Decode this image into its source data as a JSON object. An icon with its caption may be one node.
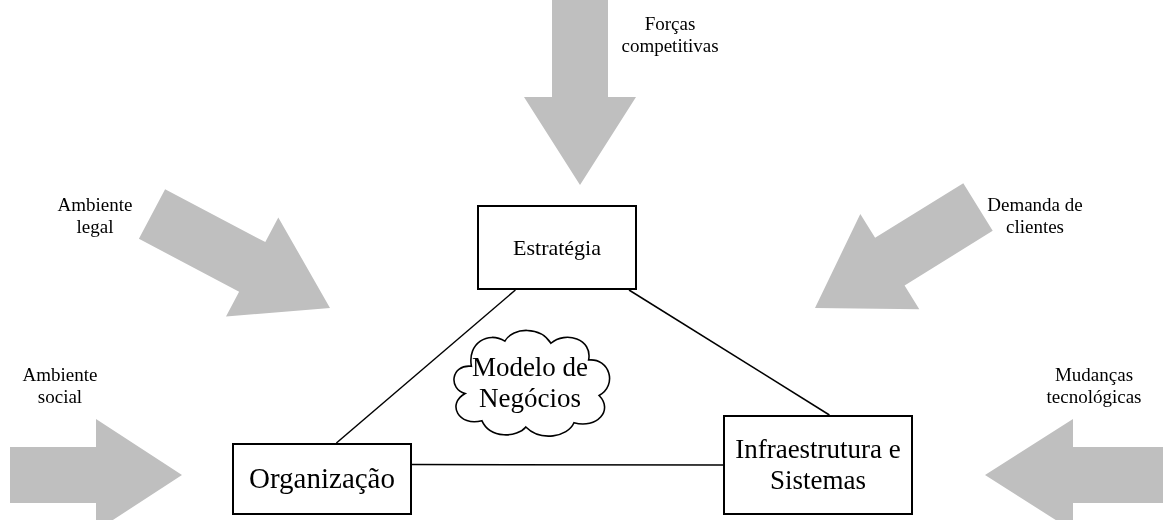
{
  "diagram": {
    "nodes": [
      {
        "text": [
          "Estratégia"
        ]
      },
      {
        "text": [
          "Modelo de Negócios"
        ]
      },
      {
        "text": [
          "Organização"
        ]
      },
      {
        "text": [
          "Infraestrutura e Sistemas"
        ]
      },
      {
        "text": [
          "Forças competitivas"
        ]
      },
      {
        "text": [
          "Ambiente legal"
        ]
      },
      {
        "text": [
          "Demanda de clientes"
        ]
      },
      {
        "text": [
          "Ambiente social"
        ]
      },
      {
        "text": [
          "Mudanças tecnológicas"
        ]
      }
    ],
    "edges": [
      {
        "from": 0,
        "to": 2,
        "arrow": "none"
      },
      {
        "from": 0,
        "to": 3,
        "arrow": "none"
      },
      {
        "from": 2,
        "to": 3,
        "arrow": "none"
      },
      {
        "from": 4,
        "to": null,
        "arrow": "to",
        "style": "thick",
        "color": "#bfbfbf"
      },
      {
        "from": 5,
        "to": null,
        "arrow": "to",
        "style": "thick",
        "color": "#bfbfbf"
      },
      {
        "from": 6,
        "to": null,
        "arrow": "to",
        "style": "thick",
        "color": "#bfbfbf"
      },
      {
        "from": 7,
        "to": null,
        "arrow": "to",
        "style": "thick",
        "color": "#bfbfbf"
      },
      {
        "from": 8,
        "to": null,
        "arrow": "to",
        "style": "thick",
        "color": "#bfbfbf"
      }
    ]
  }
}
